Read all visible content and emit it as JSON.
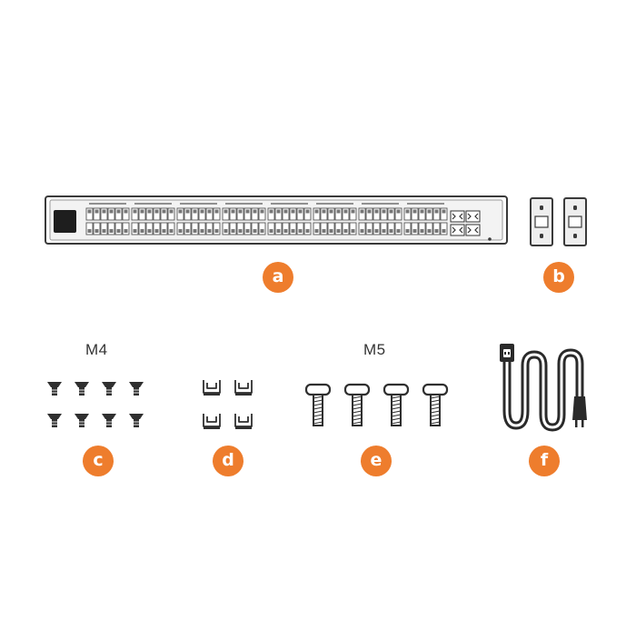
{
  "colors": {
    "accent": "#ee7d2d",
    "outline": "#3a3a3a",
    "body_fill": "#eeeeee",
    "dark": "#2a2a2a"
  },
  "items": [
    {
      "label": "a",
      "part": "rack-switch"
    },
    {
      "label": "b",
      "part": "rack-mount-brackets"
    },
    {
      "label": "c",
      "part": "screws"
    },
    {
      "label": "d",
      "part": "clips"
    },
    {
      "label": "e",
      "part": "bolts"
    },
    {
      "label": "f",
      "part": "power-cord"
    }
  ],
  "screw_size_labels": {
    "m4": "M4",
    "m5": "M5"
  }
}
